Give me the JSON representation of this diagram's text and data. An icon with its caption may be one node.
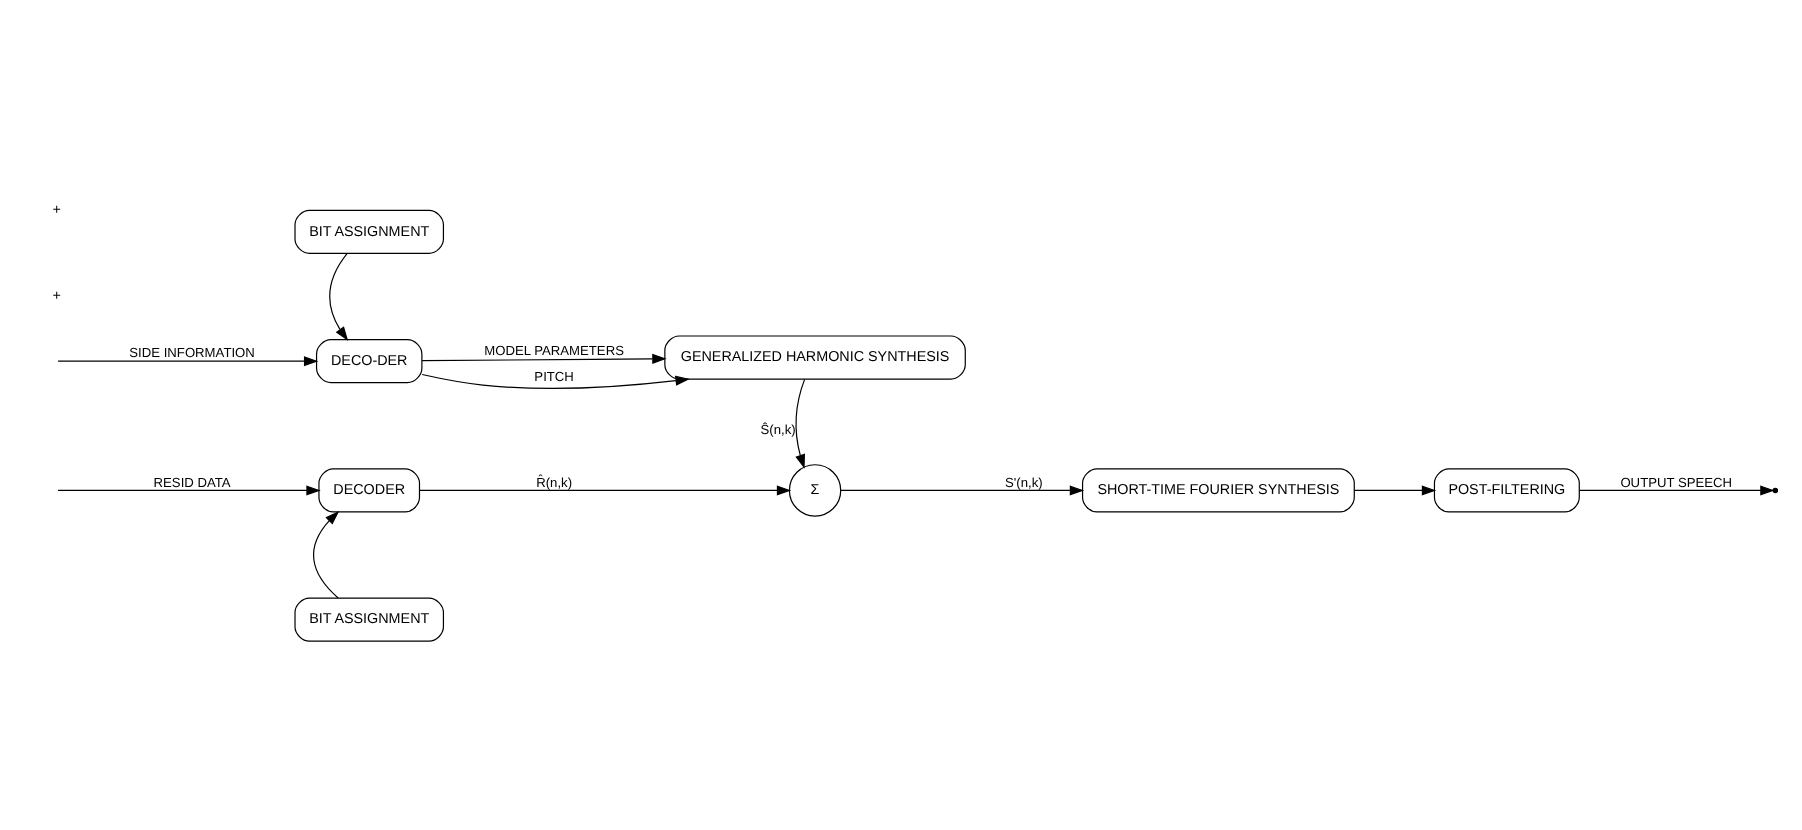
{
  "diagram": {
    "nodes": [
      {
        "text": [
          "BIT ASSIGNMENT"
        ]
      },
      {
        "text": [
          "DECO-DER"
        ]
      },
      {
        "text": [
          "GENERALIZED HARMONIC SYNTHESIS"
        ]
      },
      {
        "text": [
          "DECODER"
        ]
      },
      {
        "text": [
          "BIT ASSIGNMENT"
        ]
      },
      {
        "text": [
          "Σ"
        ]
      },
      {
        "text": [
          "SHORT-TIME FOURIER SYNTHESIS"
        ]
      },
      {
        "text": [
          "POST-FILTERING"
        ]
      }
    ],
    "edges": [
      {
        "from": null,
        "to": 1,
        "arrow": "to",
        "label": "SIDE INFORMATION"
      },
      {
        "from": 0,
        "to": 1,
        "arrow": "to"
      },
      {
        "from": 1,
        "to": 2,
        "arrow": "to",
        "label": "MODEL PARAMETERS"
      },
      {
        "from": 1,
        "to": 2,
        "arrow": "to",
        "label": "PITCH"
      },
      {
        "from": 2,
        "to": 5,
        "arrow": "to",
        "label": "Ŝ(n,k)"
      },
      {
        "from": null,
        "to": 3,
        "arrow": "to",
        "label": "RESID DATA"
      },
      {
        "from": 4,
        "to": 3,
        "arrow": "to"
      },
      {
        "from": 3,
        "to": 5,
        "arrow": "to",
        "label": "R̂(n,k)"
      },
      {
        "from": 5,
        "to": 6,
        "arrow": "to",
        "label": "S'(n,k)"
      },
      {
        "from": 6,
        "to": 7,
        "arrow": "to"
      },
      {
        "from": 7,
        "to": null,
        "arrow": "to",
        "label": "OUTPUT SPEECH"
      }
    ],
    "labels": [
      "+",
      "+"
    ]
  }
}
